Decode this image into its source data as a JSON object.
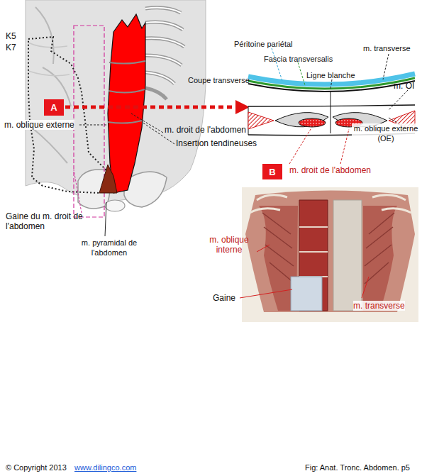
{
  "diagram": {
    "nodes": [
      {
        "text": [
          "A"
        ]
      },
      {
        "text": [
          "B"
        ]
      }
    ],
    "labels": [
      "K5",
      "K7",
      "m. oblique externe",
      "Gaine du m. droit de l'abdomen",
      "m. pyramidal de l'abdomen",
      "m. droit de l'abdomen",
      "Insertion tendineuses",
      "Coupe transverse",
      "Péritoine pariétal",
      "Fascia transversalis",
      "Ligne blanche",
      "m. transverse",
      "m. OI",
      "m. oblique externe (OE)",
      "m. droit de l'abdomen",
      "m. oblique interne",
      "Gaine",
      "m. transverse",
      "© Copyright 2013",
      "www.dilingco.com",
      "Fig:  Anat. Tronc. Abdomen. p5"
    ]
  }
}
